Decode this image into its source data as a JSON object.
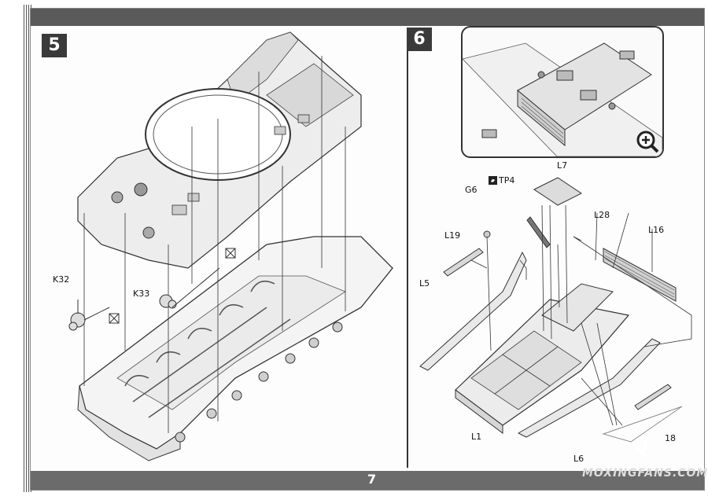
{
  "page": {
    "number": "7"
  },
  "step5": {
    "number": "5",
    "labels": {
      "k32": "K32",
      "k33": "K33"
    }
  },
  "step6": {
    "number": "6",
    "labels": {
      "l7": "L7",
      "tp4": "TP4",
      "g6": "G6",
      "l28": "L28",
      "l16": "L16",
      "l19": "L19",
      "l5": "L5",
      "l1": "L1",
      "l6": "L6",
      "l18_partial": "18"
    }
  },
  "watermark": {
    "text": "MOXINGFANS.COM"
  },
  "icons": {
    "zoom": "zoom-in-icon",
    "no_glue": "no-glue-icon",
    "glue_brand": "glue-logo-icon",
    "paper_plane": "paper-plane-logo-icon"
  },
  "colors": {
    "bar": "#5a5a5a",
    "step_box": "#3a3a3a",
    "line": "#333333"
  }
}
